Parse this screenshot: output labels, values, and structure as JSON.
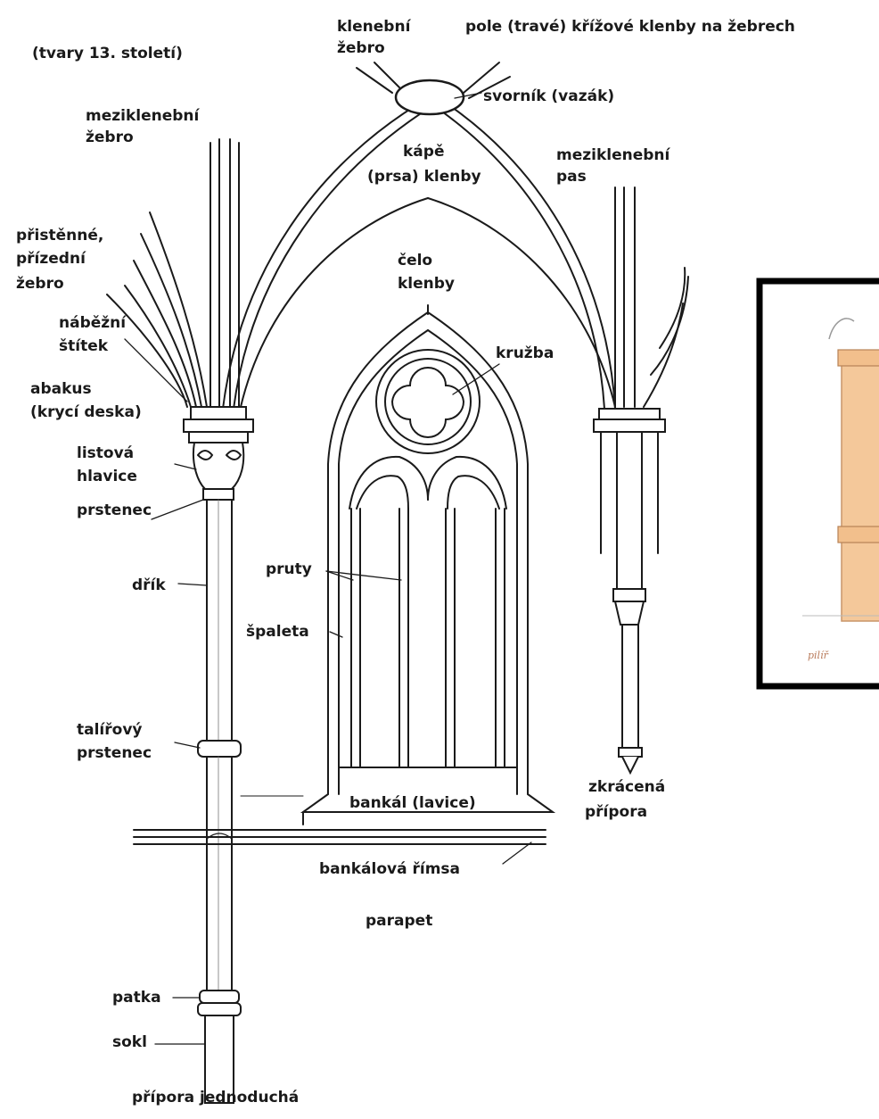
{
  "diagram": {
    "era_note": "(tvary 13. století)",
    "labels": {
      "klenebni_zebro": [
        "klenební",
        "žebro"
      ],
      "pole": "pole (travé) křížové klenby na žebrech",
      "svornik": "svorník (vazák)",
      "mezi_zebro": [
        "meziklenební",
        "žebro"
      ],
      "kape": [
        "kápě",
        "(prsa) klenby"
      ],
      "mezi_pas": [
        "meziklenební",
        "pas"
      ],
      "pristenne": [
        "přistěnné,",
        "přízední",
        "žebro"
      ],
      "celo": [
        "čelo",
        "klenby"
      ],
      "nabezni": [
        "náběžní",
        "štítek"
      ],
      "kruzba": "kružba",
      "abakus": [
        "abakus",
        "(krycí deska)"
      ],
      "listova": [
        "listová",
        "hlavice"
      ],
      "prstenec": "prstenec",
      "pruty": "pruty",
      "drik": "dřík",
      "spaleta": "špaleta",
      "talirovy": [
        "talířový",
        "prstenec"
      ],
      "bankal": "bankál (lavice)",
      "zkracena": [
        "zkrácená",
        "přípora"
      ],
      "bankalova": "bankálová římsa",
      "parapet": "parapet",
      "patka": "patka",
      "sokl": "sokl",
      "pripora": "přípora jednoduchá"
    },
    "inset": {
      "label": "pilíř",
      "fill": "#f4c89a",
      "border": "#000000"
    }
  }
}
